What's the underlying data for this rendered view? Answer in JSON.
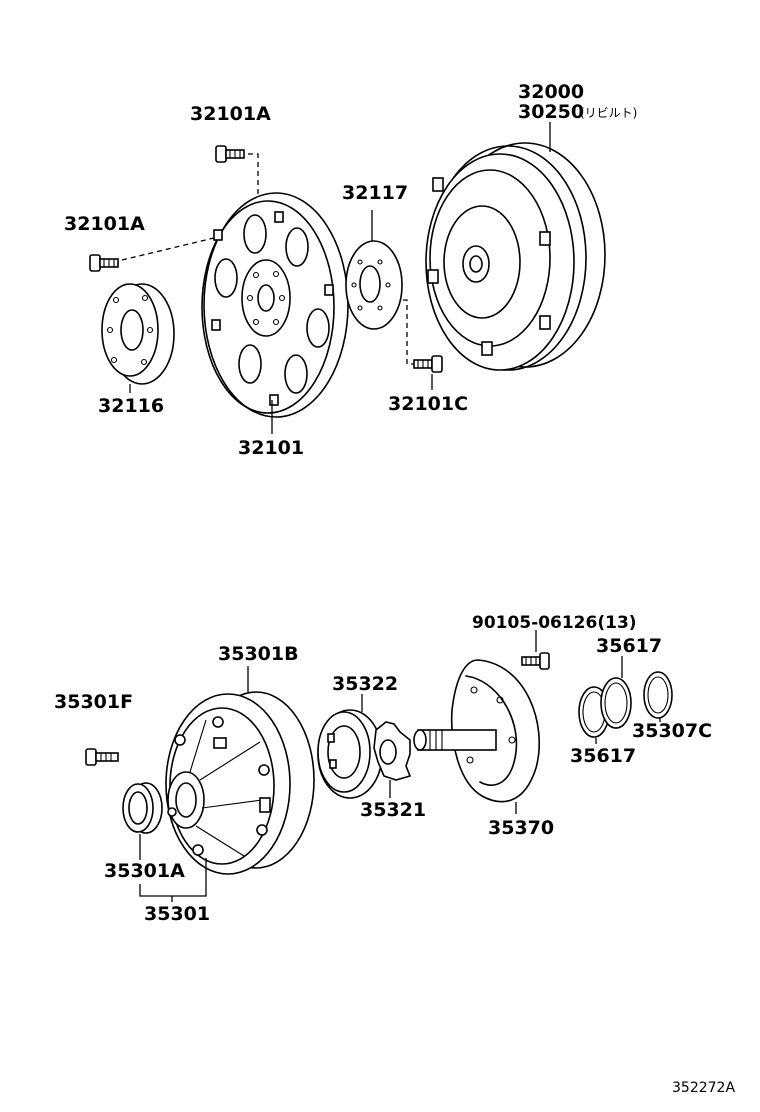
{
  "labels": {
    "p32101A_top": "32101A",
    "p32101A_left": "32101A",
    "p32116": "32116",
    "p32101": "32101",
    "p32117": "32117",
    "p32101C": "32101C",
    "p32000": "32000",
    "p30250": "30250",
    "p30250_note": "(リビルト)",
    "p90105": "90105-06126(13)",
    "p35617_top": "35617",
    "p35617_bottom": "35617",
    "p35307C": "35307C",
    "p35301B": "35301B",
    "p35301F": "35301F",
    "p35322": "35322",
    "p35321": "35321",
    "p35370": "35370",
    "p35301A": "35301A",
    "p35301": "35301"
  },
  "figure_ref": "352272A"
}
